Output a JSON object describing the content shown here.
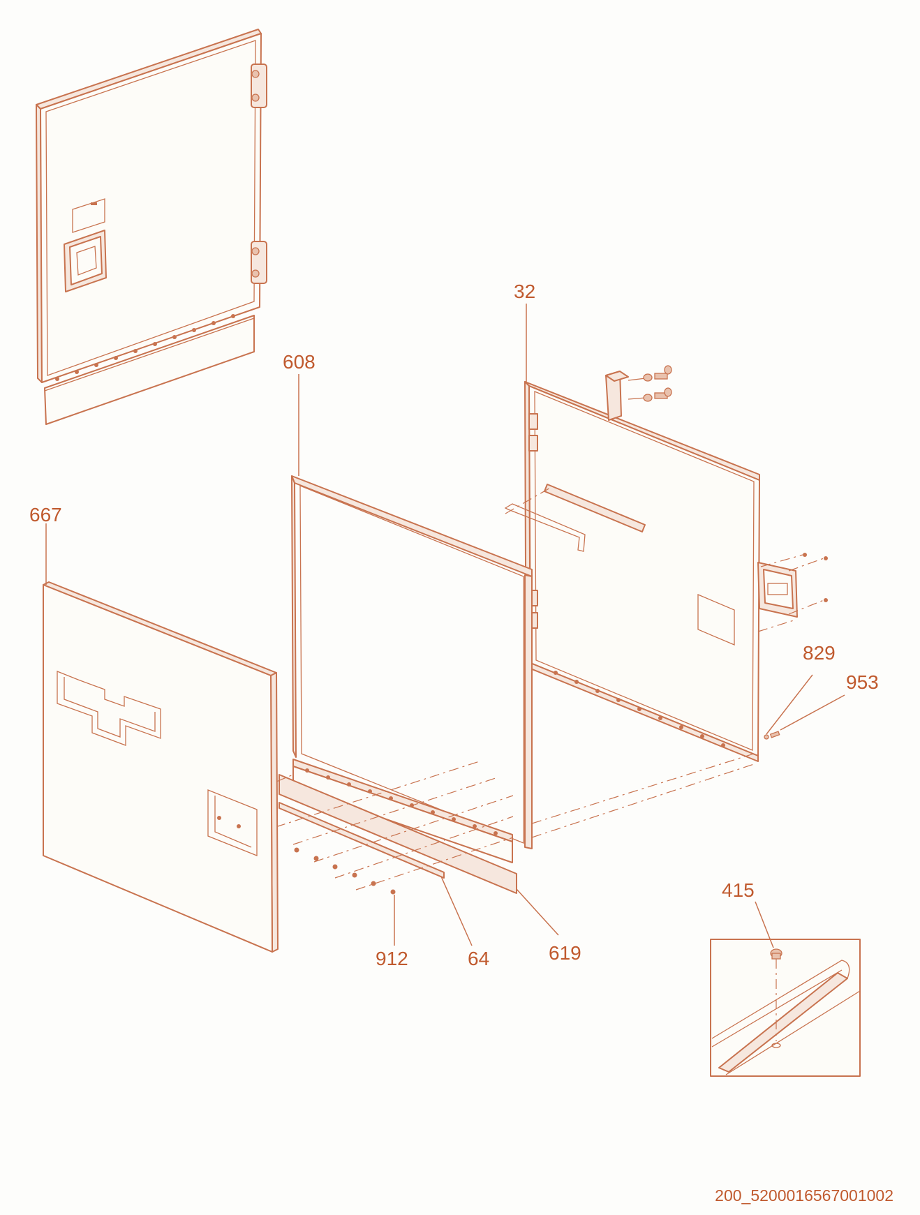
{
  "diagram": {
    "colors": {
      "line": "#c8734f",
      "label": "#c05a2e",
      "background": "#fdfdfb"
    },
    "labels": {
      "p32": "32",
      "p608": "608",
      "p667": "667",
      "p829": "829",
      "p953": "953",
      "p415": "415",
      "p912": "912",
      "p64": "64",
      "p619": "619"
    },
    "document_number": "200_5200016567001002"
  }
}
